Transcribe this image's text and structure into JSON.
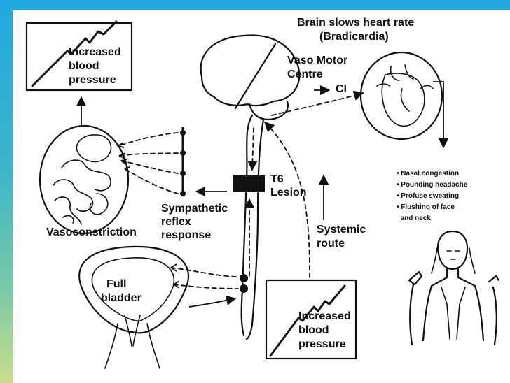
{
  "labels": {
    "bp_top": [
      "Increased",
      "blood",
      "pressure"
    ],
    "bp_bottom": [
      "Increased",
      "blood",
      "pressure"
    ],
    "brain_title": [
      "Brain slows heart rate",
      "(Bradicardia)"
    ],
    "vaso_motor": [
      "Vaso Motor",
      "Centre"
    ],
    "ci": "CI",
    "lesion": [
      "T6",
      "Lesion"
    ],
    "sympathetic": [
      "Sympathetic",
      "reflex",
      "response"
    ],
    "vasoconstriction": "Vasoconstriction",
    "systemic": [
      "Systemic",
      "route"
    ],
    "bladder": [
      "Full",
      "bladder"
    ]
  },
  "symptoms": [
    "• Nasal congestion",
    "• Pounding headache",
    "• Profuse sweating",
    "• Flushing of face",
    "  and neck"
  ],
  "colors": {
    "frame_top": "#22a7e0",
    "frame_bottom": "#c9dd8a",
    "ink": "#111111"
  }
}
